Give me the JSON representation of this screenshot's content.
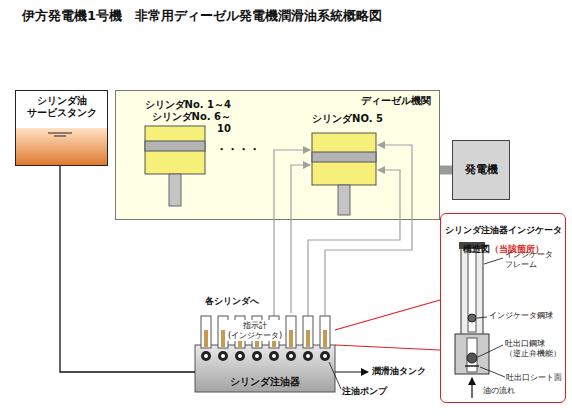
{
  "diagram": {
    "title": "伊方発電機1号機　非常用ディーゼル発電機潤滑油系統概略図",
    "nodes": [
      {
        "text": [
          "シリンダ油 サービスタンク"
        ]
      },
      {
        "text": [
          "ディーゼル機関"
        ]
      },
      {
        "text": [
          "シリンダNo. 1～4 シリンダNo. 6～10"
        ],
        "in": 1
      },
      {
        "text": [
          "シリンダNO. 5"
        ],
        "in": 1
      },
      {
        "text": [
          "発電機"
        ]
      },
      {
        "text": [
          "シリンダ注油器"
        ]
      },
      {
        "text": [
          "シリンダ注油器インジケータ 構造図",
          "（当該箇所）"
        ]
      }
    ],
    "edges": [
      {
        "from": 0,
        "to": 5,
        "arrow": "none"
      },
      {
        "from": 5,
        "to": 3,
        "arrow": "to"
      },
      {
        "from": 1,
        "to": 4,
        "arrow": "none"
      },
      {
        "from": 5,
        "to": 6,
        "arrow": "none"
      }
    ],
    "labels": [
      "・・・・",
      "各シリンダへ",
      "指示計 (インジケータ)",
      "潤滑油タンク",
      "注油ポンプ",
      "インジケータ フレーム",
      "インジケータ鋼球",
      "吐出口鋼球 （逆止弁機能）",
      "吐出口シート面",
      "油の流れ"
    ]
  }
}
